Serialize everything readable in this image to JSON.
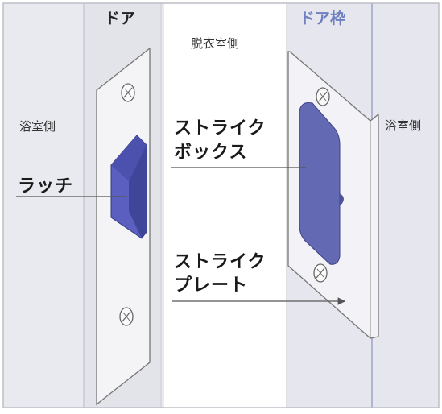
{
  "labels": {
    "door": "ドア",
    "door_frame": "ドア枠",
    "changing_room_side": "脱衣室側",
    "bathroom_side_left": "浴室側",
    "bathroom_side_right": "浴室側",
    "latch": "ラッチ",
    "strike_box_line1": "ストライク",
    "strike_box_line2": "ボックス",
    "strike_plate_line1": "ストライク",
    "strike_plate_line2": "プレート"
  },
  "colors": {
    "door_header": "#444444",
    "frame_header": "#6f7fbf",
    "latch": "#5a5fc0",
    "strike_box": "#6369b3",
    "panel_gray": "#e9eaef",
    "panel_white": "#ffffff"
  },
  "icons": [
    "screw-icon",
    "arrow-icon"
  ]
}
